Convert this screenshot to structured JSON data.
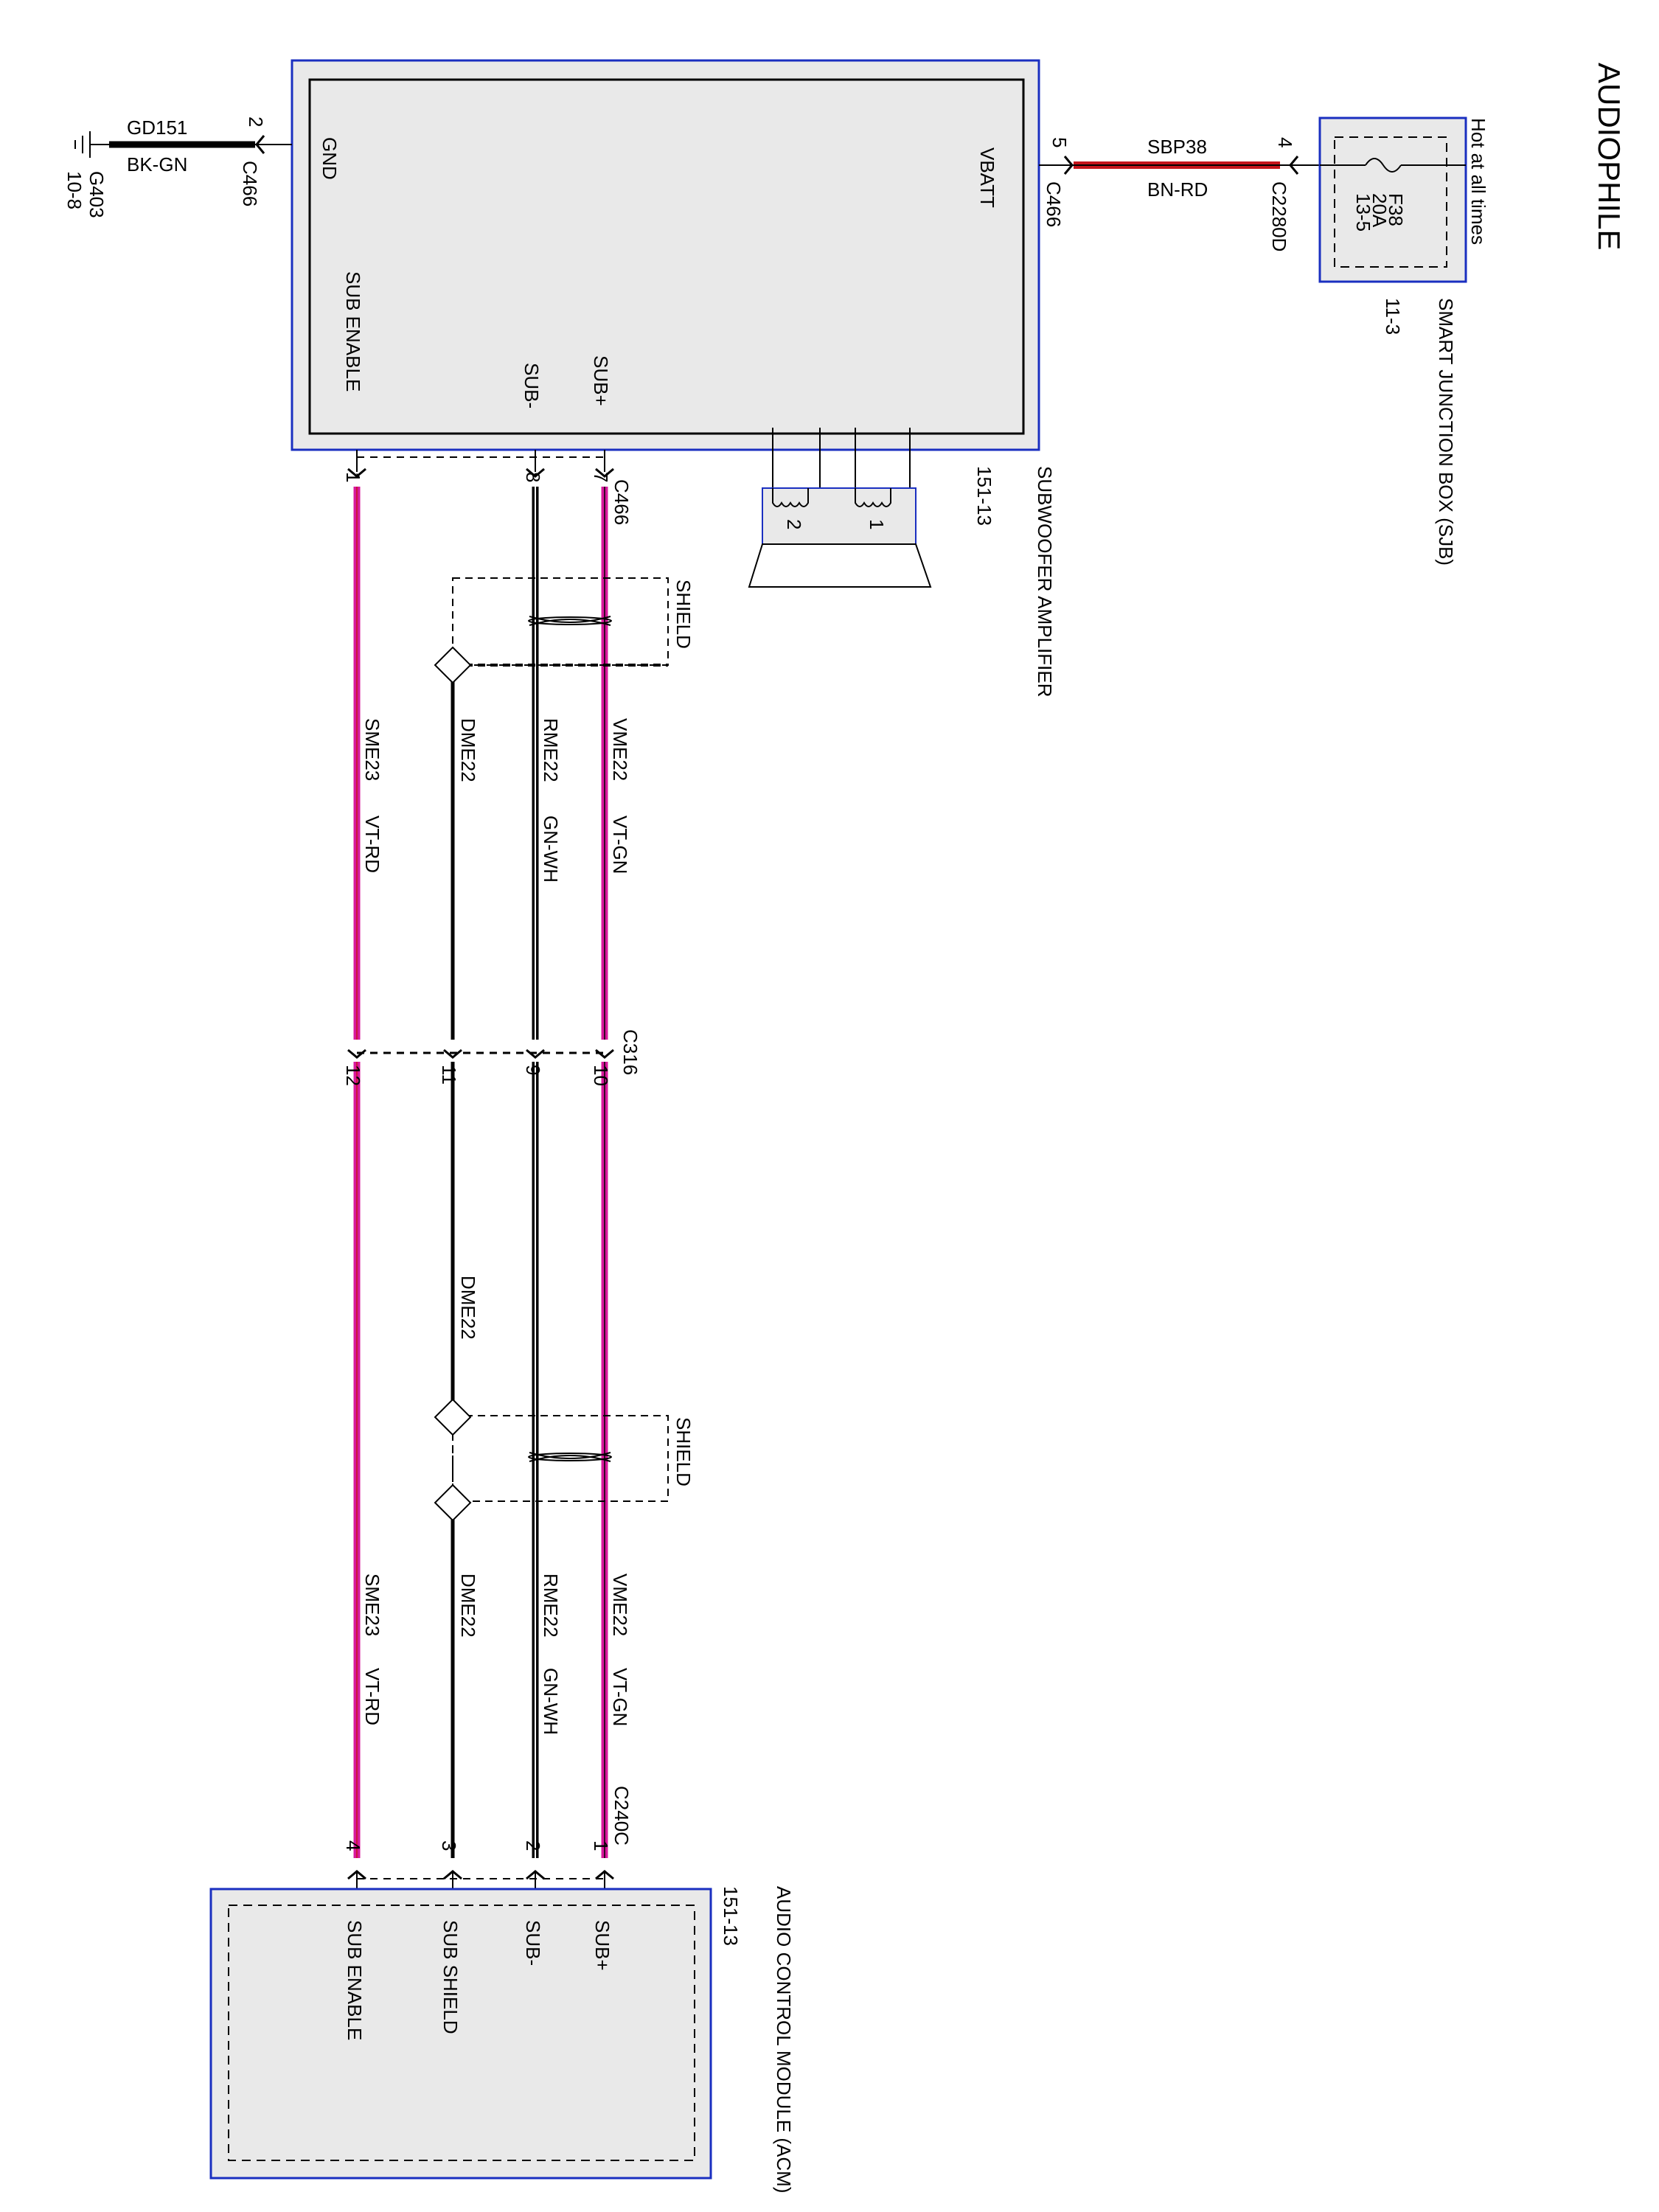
{
  "page_title": "AUDIOPHILE",
  "colors": {
    "module_border": "#1a2fc0",
    "module_fill": "#e9e9e9",
    "wire_vt_gn": "#d8189c",
    "wire_vt_rd": "#d8189c",
    "wire_bn_rd": "#c4151b",
    "wire_gn_wh": "#000000",
    "wire_bk_gn": "#000000"
  },
  "subwoofer_amplifier": {
    "name": "SUBWOOFER AMPLIFIER",
    "ref": "151-13",
    "pin_gnd": "GND",
    "pin_vbatt": "VBATT",
    "pin_sub_enable": "SUB ENABLE",
    "pin_sub_minus": "SUB-",
    "pin_sub_plus": "SUB+",
    "connector": "C466",
    "speaker_terminal_1": "1",
    "speaker_terminal_2": "2"
  },
  "ground": {
    "circuit": "GD151",
    "color": "BK-GN",
    "pin": "2",
    "connector": "C466",
    "ground_point": "G403",
    "ground_ref": "10-8"
  },
  "power": {
    "circuit": "SBP38",
    "color": "BN-RD",
    "amp_pin": "5",
    "amp_connector": "C466",
    "sjb_pin": "4",
    "sjb_connector": "C2280D"
  },
  "smart_junction_box": {
    "name": "SMART JUNCTION BOX (SJB)",
    "ref": "11-3",
    "hot_label": "Hot at all times",
    "fuse": "F38",
    "fuse_rating": "20A",
    "fuse_ref": "13-5"
  },
  "audio_control_module": {
    "name": "AUDIO CONTROL MODULE (ACM)",
    "ref": "151-13",
    "pin_sub_plus": "SUB+",
    "pin_sub_minus": "SUB-",
    "pin_sub_shield": "SUB SHIELD",
    "pin_sub_enable": "SUB ENABLE",
    "connector": "C240C"
  },
  "inline_connector": "C316",
  "shield_label": "SHIELD",
  "wires": {
    "sub_plus": {
      "circuit": "VME22",
      "color": "VT-GN",
      "amp_pin": "7",
      "c316_pin": "10",
      "acm_pin": "1"
    },
    "sub_minus": {
      "circuit": "RME22",
      "color": "GN-WH",
      "amp_pin": "8",
      "c316_pin": "9",
      "acm_pin": "2"
    },
    "drain": {
      "circuit": "DME22",
      "c316_pin": "11",
      "acm_pin": "3"
    },
    "sub_enable": {
      "circuit": "SME23",
      "color": "VT-RD",
      "amp_pin": "1",
      "c316_pin": "12",
      "acm_pin": "4"
    }
  }
}
